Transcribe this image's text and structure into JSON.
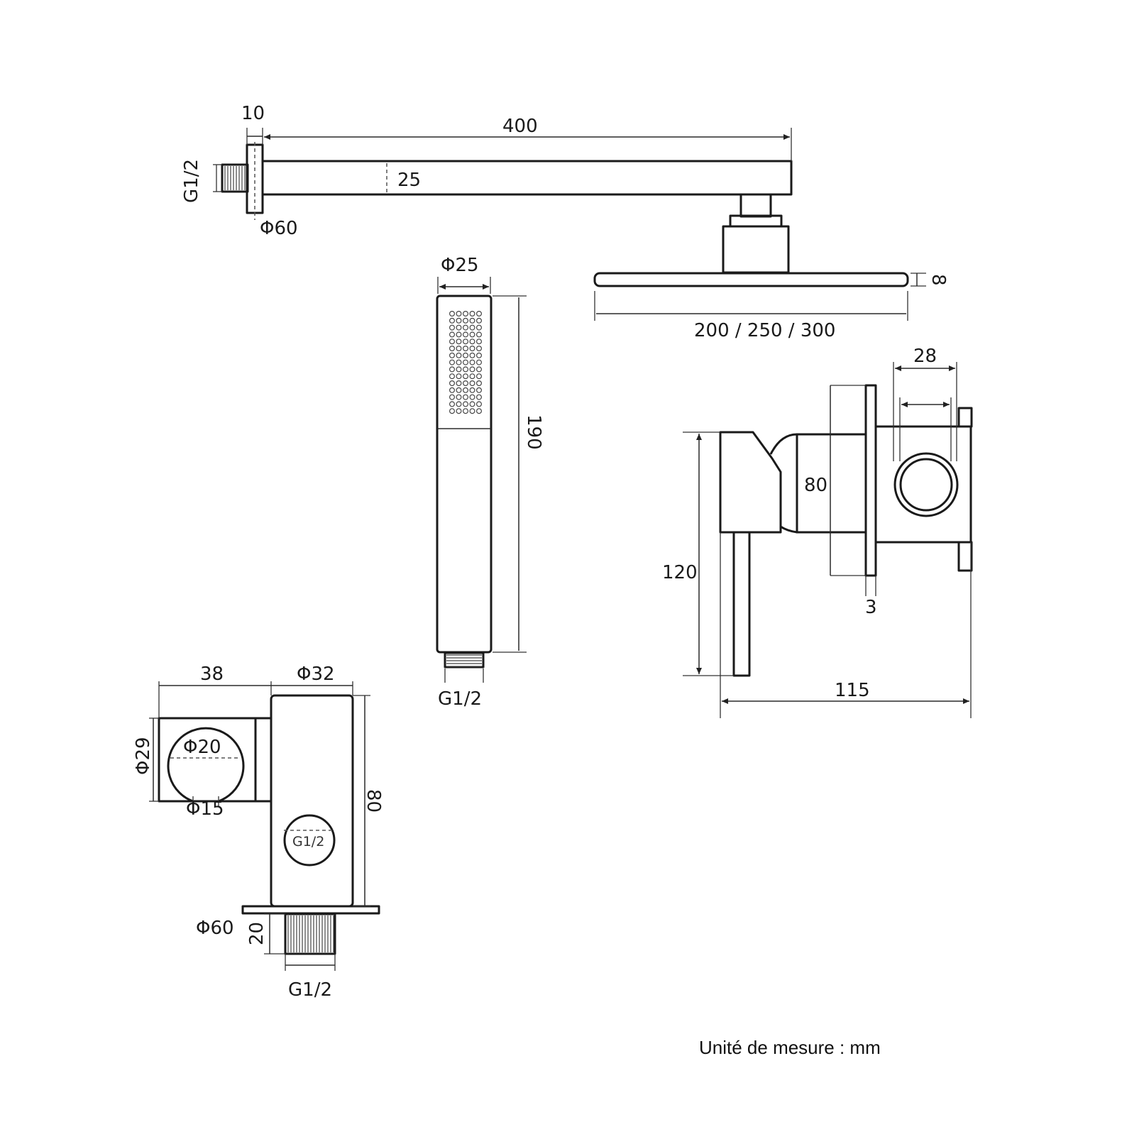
{
  "unit_note": "Unité de mesure : mm",
  "shower_arm": {
    "flange_thickness": "10",
    "length": "400",
    "tube_height": "25",
    "thread": "G1/2",
    "flange_diameter": "Φ60"
  },
  "shower_head": {
    "thickness": "8",
    "width_options": "200 / 250 / 300"
  },
  "hand_shower": {
    "diameter": "Φ25",
    "length": "190",
    "thread": "G1/2"
  },
  "mixer": {
    "handle_offset": "28",
    "body_height": "80",
    "lever_height": "120",
    "plate_thickness": "3",
    "total_depth": "115"
  },
  "wall_outlet": {
    "holder_depth": "38",
    "body_diameter": "Φ32",
    "holder_height": "Φ29",
    "ring_inner": "Φ20",
    "slot_width": "Φ15",
    "body_height": "80",
    "flange_diameter": "Φ60",
    "thread_length": "20",
    "thread": "G1/2",
    "inner_thread": "G1/2"
  }
}
